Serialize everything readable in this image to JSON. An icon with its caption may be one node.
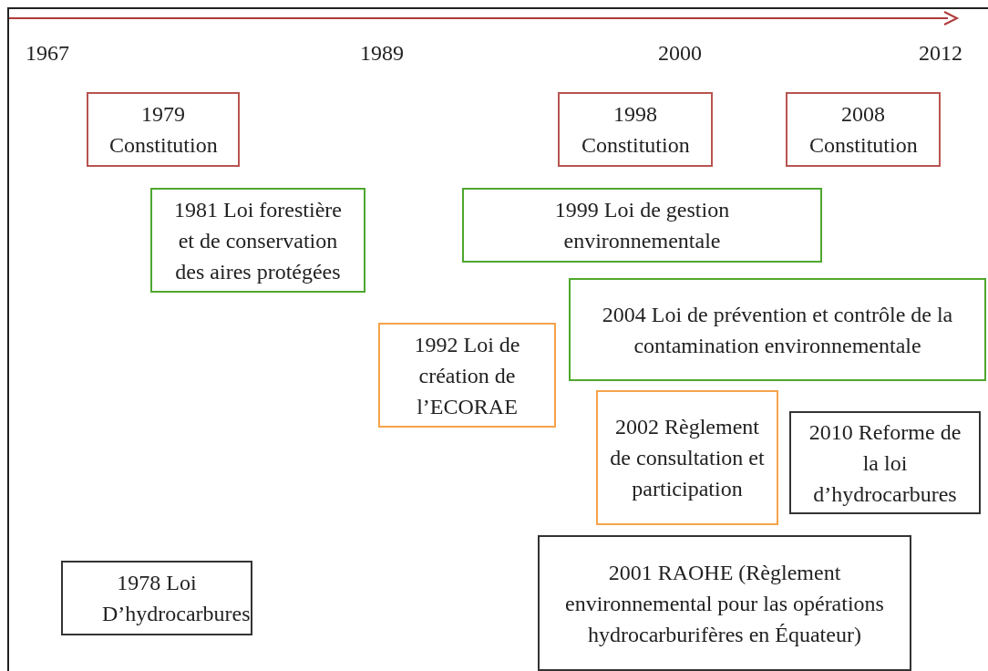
{
  "diagram": {
    "nodes": [
      {
        "text": [
          "1979 Constitution"
        ]
      },
      {
        "text": [
          "1998 Constitution"
        ]
      },
      {
        "text": [
          "2008 Constitution"
        ]
      },
      {
        "text": [
          "1981 Loi forestière et de conservation des aires protégées"
        ]
      },
      {
        "text": [
          "1999 Loi de gestion environnementale"
        ]
      },
      {
        "text": [
          "2004 Loi de prévention et contrôle de la contamination environnementale"
        ]
      },
      {
        "text": [
          "1992 Loi de création de l’ECORAE"
        ]
      },
      {
        "text": [
          "2002 Règlement de consultation et participation"
        ]
      },
      {
        "text": [
          "2010 Reforme de la loi d’hydrocarbures"
        ]
      },
      {
        "text": [
          "2001 RAOHE (Règlement environnemental pour las opérations hydrocarburifères en Équateur)"
        ]
      },
      {
        "text": [
          "1978 Loi D’hydrocarbures"
        ]
      }
    ],
    "labels": [
      "1967",
      "1989",
      "2000",
      "2012"
    ]
  }
}
